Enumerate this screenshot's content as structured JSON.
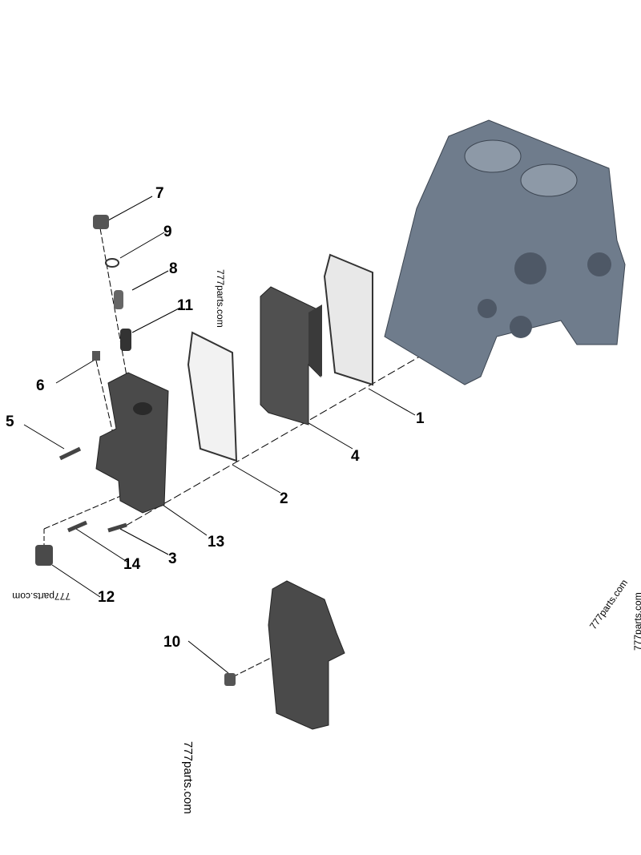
{
  "callouts": [
    "1",
    "2",
    "3",
    "4",
    "5",
    "6",
    "7",
    "8",
    "9",
    "10",
    "11",
    "12",
    "13",
    "14"
  ],
  "watermarks": [
    "777parts.com",
    "777parts.com",
    "777parts.com",
    "777parts.com",
    "777parts.com"
  ],
  "colors": {
    "block": "#6f7c8c",
    "part": "#4a4a4a",
    "gasket": "#555555"
  }
}
